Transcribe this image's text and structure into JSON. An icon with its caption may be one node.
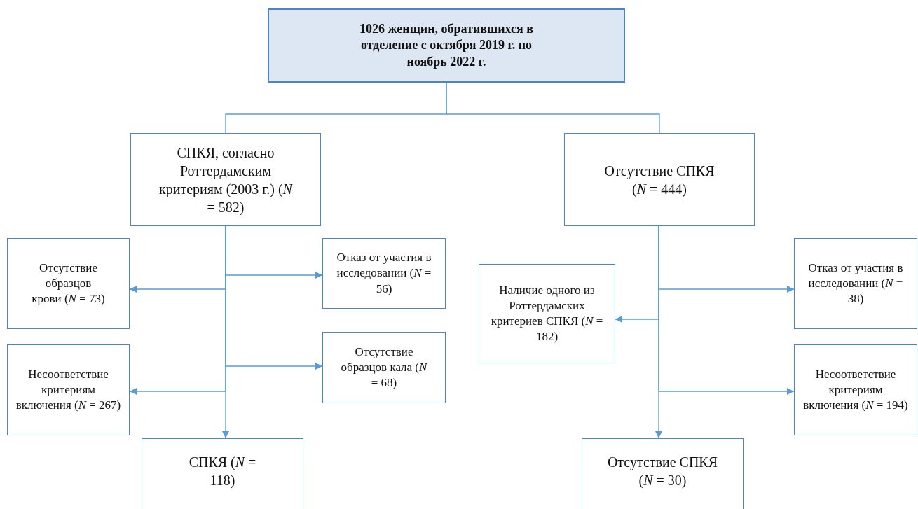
{
  "diagram": {
    "nodes": [
      {
        "text": [
          "1026 женщин, обратившихся в отделение с октября 2019 г. по ноябрь 2022 г."
        ]
      },
      {
        "text": [
          "СПКЯ, согласно Роттердамским критериям (2003 г.) (*N* = 582)"
        ]
      },
      {
        "text": [
          "Отсутствие СПКЯ (*N* = 444)"
        ]
      },
      {
        "text": [
          "Отсутствие образцов крови (*N* = 73)"
        ]
      },
      {
        "text": [
          "Отказ от участия в исследовании (*N* = 56)"
        ]
      },
      {
        "text": [
          "Несоответствие критериям включения (*N* = 267)"
        ]
      },
      {
        "text": [
          "Отсутствие образцов кала (*N* = 68)"
        ]
      },
      {
        "text": [
          "СПКЯ (*N* = 118)"
        ]
      },
      {
        "text": [
          "Наличие одного из Роттердамских критериев СПКЯ (*N* = 182)"
        ]
      },
      {
        "text": [
          "Отказ от участия в исследовании (*N* = 38)"
        ]
      },
      {
        "text": [
          "Несоответствие критериям включения (*N* = 194)"
        ]
      },
      {
        "text": [
          "Отсутствие СПКЯ (*N* = 30)"
        ]
      }
    ],
    "edges": [
      {
        "from": 0,
        "to": 1,
        "arrow": "none"
      },
      {
        "from": 0,
        "to": 2,
        "arrow": "none"
      },
      {
        "from": 1,
        "to": 3,
        "arrow": "to"
      },
      {
        "from": 1,
        "to": 4,
        "arrow": "to"
      },
      {
        "from": 1,
        "to": 5,
        "arrow": "to"
      },
      {
        "from": 1,
        "to": 6,
        "arrow": "to"
      },
      {
        "from": 1,
        "to": 7,
        "arrow": "to"
      },
      {
        "from": 2,
        "to": 9,
        "arrow": "to"
      },
      {
        "from": 2,
        "to": 8,
        "arrow": "to"
      },
      {
        "from": 2,
        "to": 10,
        "arrow": "to"
      },
      {
        "from": 2,
        "to": 11,
        "arrow": "to"
      }
    ]
  }
}
